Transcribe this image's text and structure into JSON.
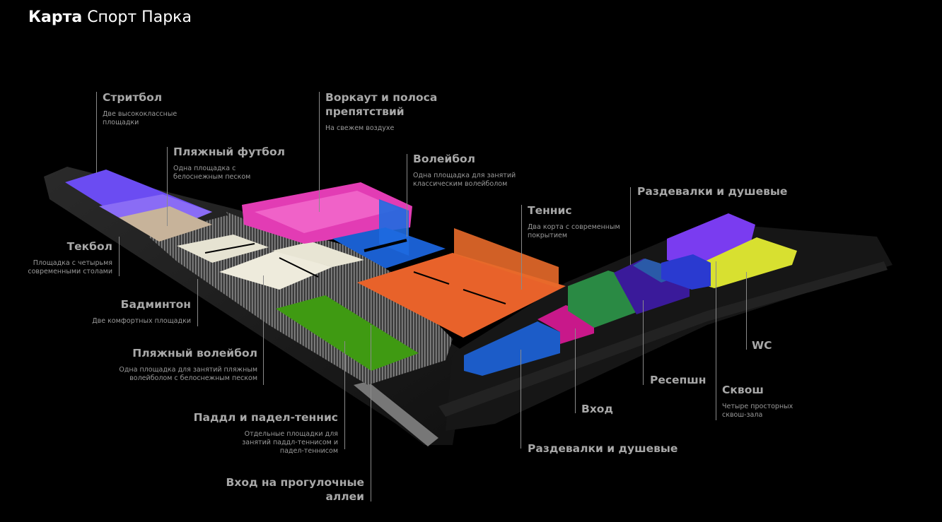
{
  "header": {
    "title_bold": "Карта",
    "title_rest": "Спорт Парка"
  },
  "zones": [
    {
      "id": "streetball",
      "title": "Стритбол",
      "desc": "Две высококлассные площадки",
      "color": "#6a4cf0"
    },
    {
      "id": "beach-football",
      "title": "Пляжный футбол",
      "desc": "Одна площадка с белоснежным песком",
      "color": "#c9b49a"
    },
    {
      "id": "teqball",
      "title": "Текбол",
      "desc": "Площадка с четырьмя современными столами",
      "color": "#e8e4d4"
    },
    {
      "id": "badminton",
      "title": "Бадминтон",
      "desc": "Две комфортных площадки",
      "color": "#eeebdc"
    },
    {
      "id": "beach-volleyball",
      "title": "Пляжный волейбол",
      "desc": "Одна площадка для занятий пляжным волейболом с белоснежным песком",
      "color": "#3f9a12"
    },
    {
      "id": "workout",
      "title": "Воркаут и полоса препятствий",
      "desc": "На свежем воздухе",
      "color": "#e23cb4"
    },
    {
      "id": "volleyball",
      "title": "Волейбол",
      "desc": "Одна площадка для занятий классическим волейболом",
      "color": "#1a5fd0"
    },
    {
      "id": "tennis",
      "title": "Теннис",
      "desc": "Два корта с современным покрытием",
      "color": "#e8622a"
    },
    {
      "id": "locker-top",
      "title": "Раздевалки и душевые",
      "desc": ""
    },
    {
      "id": "paddle",
      "title": "Паддл и падел-теннис",
      "desc": "Отдельные площадки для занятий паддл-теннисом и падел-теннисом"
    },
    {
      "id": "alley-entrance",
      "title": "Вход на прогулочные аллеи",
      "desc": ""
    },
    {
      "id": "locker-bottom",
      "title": "Раздевалки и душевые",
      "desc": ""
    },
    {
      "id": "entrance",
      "title": "Вход",
      "desc": ""
    },
    {
      "id": "reception",
      "title": "Ресепшн",
      "desc": ""
    },
    {
      "id": "squash",
      "title": "Сквош",
      "desc": "Четыре просторных сквош-зала",
      "color": "#d8e030"
    },
    {
      "id": "wc",
      "title": "WC",
      "desc": "",
      "color": "#7a3cf0"
    }
  ]
}
